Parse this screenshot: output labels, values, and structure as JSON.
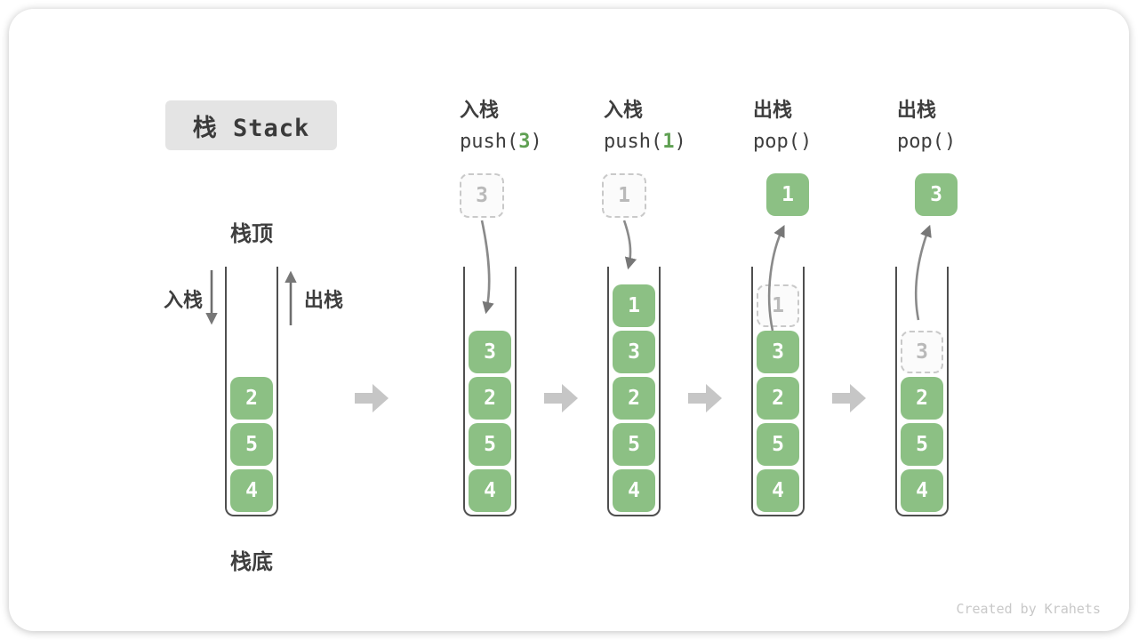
{
  "title": "栈 Stack",
  "watermark": "Created by Krahets",
  "stack_labels": {
    "top": "栈顶",
    "bottom": "栈底",
    "push_side": "入栈",
    "pop_side": "出栈"
  },
  "colors": {
    "item_green": "#8CC084",
    "code_arg_green": "#5FA052",
    "title_box_gray": "#E4E4E4",
    "thin_arrow_gray": "#8A8A8A",
    "flow_arrow_gray": "#C6C6C6",
    "dashed_border_gray": "#C9C9C9",
    "muted_digit_gray": "#B9B9B9",
    "dark_text": "#3E3E3E"
  },
  "columns": [
    {
      "name": "initial-stack",
      "items": [
        {
          "value": "2",
          "style": "solid"
        },
        {
          "value": "5",
          "style": "solid"
        },
        {
          "value": "4",
          "style": "solid"
        }
      ]
    },
    {
      "name": "after-push-3",
      "op": {
        "action": "入栈",
        "code_pre": "push(",
        "code_arg": "3",
        "code_post": ")"
      },
      "floating": {
        "value": "3",
        "style": "dashed"
      },
      "items": [
        {
          "value": "3",
          "style": "solid"
        },
        {
          "value": "2",
          "style": "solid"
        },
        {
          "value": "5",
          "style": "solid"
        },
        {
          "value": "4",
          "style": "solid"
        }
      ]
    },
    {
      "name": "after-push-1",
      "op": {
        "action": "入栈",
        "code_pre": "push(",
        "code_arg": "1",
        "code_post": ")"
      },
      "floating": {
        "value": "1",
        "style": "dashed"
      },
      "items": [
        {
          "value": "1",
          "style": "solid"
        },
        {
          "value": "3",
          "style": "solid"
        },
        {
          "value": "2",
          "style": "solid"
        },
        {
          "value": "5",
          "style": "solid"
        },
        {
          "value": "4",
          "style": "solid"
        }
      ]
    },
    {
      "name": "after-pop-1",
      "op": {
        "action": "出栈",
        "code_pre": "pop(",
        "code_arg": "",
        "code_post": ")"
      },
      "floating": {
        "value": "1",
        "style": "solid"
      },
      "items": [
        {
          "value": "1",
          "style": "dashed"
        },
        {
          "value": "3",
          "style": "solid"
        },
        {
          "value": "2",
          "style": "solid"
        },
        {
          "value": "5",
          "style": "solid"
        },
        {
          "value": "4",
          "style": "solid"
        }
      ]
    },
    {
      "name": "after-pop-3",
      "op": {
        "action": "出栈",
        "code_pre": "pop(",
        "code_arg": "",
        "code_post": ")"
      },
      "floating": {
        "value": "3",
        "style": "solid"
      },
      "items": [
        {
          "value": "3",
          "style": "dashed"
        },
        {
          "value": "2",
          "style": "solid"
        },
        {
          "value": "5",
          "style": "solid"
        },
        {
          "value": "4",
          "style": "solid"
        }
      ]
    }
  ]
}
